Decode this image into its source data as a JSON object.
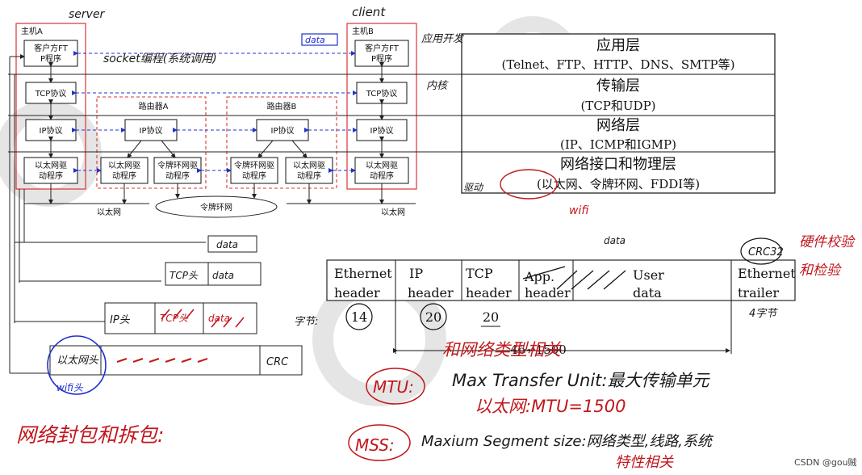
{
  "watermark": "CSDN @gou贼",
  "diagram": {
    "host_a": {
      "title": "主机A",
      "app": "客户方FTP程序",
      "tcp": "TCP协议",
      "ip": "IP协议",
      "driver": "以太网驱动程序"
    },
    "host_b": {
      "title": "主机B",
      "app": "客户方FTP程序",
      "tcp": "TCP协议",
      "ip": "IP协议",
      "driver": "以太网驱动程序"
    },
    "router_a": {
      "title": "路由器A",
      "ip": "IP协议",
      "driver_eth": "以太网驱动程序",
      "driver_token": "令牌环网驱动程序"
    },
    "router_b": {
      "title": "路由器B",
      "ip": "IP协议",
      "driver_token": "令牌环网驱动程序",
      "driver_eth": "以太网驱动程序"
    },
    "network_left": "以太网",
    "network_right": "以太网",
    "token_ring": "令牌环网"
  },
  "layers": [
    {
      "name": "应用层",
      "detail": "(Telnet、FTP、HTTP、DNS、SMTP等)"
    },
    {
      "name": "传输层",
      "detail": "(TCP和UDP)"
    },
    {
      "name": "网络层",
      "detail": "(IP、ICMP和IGMP)"
    },
    {
      "name": "网络接口和物理层",
      "detail": "(以太网、令牌环网、FDDI等)"
    }
  ],
  "frame": {
    "fields": [
      {
        "line1": "Ethernet",
        "line2": "header"
      },
      {
        "line1": "IP",
        "line2": "header"
      },
      {
        "line1": "TCP",
        "line2": "header"
      },
      {
        "line1": "App.",
        "line2": "header"
      },
      {
        "line1": "User",
        "line2": "data"
      },
      {
        "line1": "Ethernet",
        "line2": "trailer"
      }
    ],
    "sizes": [
      "14",
      "20",
      "20"
    ],
    "data_range": "46~1500"
  },
  "annotations": {
    "server": "server",
    "client": "client",
    "data_top": "data",
    "socket_note": "socket编程(系统调用)",
    "app_layer_note": "应用开发",
    "kernel_note": "内核",
    "driver_note": "驱动",
    "wifi_top": "wifi",
    "data_mid": "data",
    "crc": "CRC32",
    "crc_note1": "硬件校验",
    "crc_note2": "和检验",
    "bytes_note": "字节:",
    "trailer_bytes": "4字节",
    "stack_data": "data",
    "stack_tcp": "TCP头",
    "stack_ip": "IP头",
    "stack_eth": "以太网头",
    "stack_wifi": "wifi头",
    "crc_small": "CRC",
    "mtu_related": "和网络类型相关",
    "mtu": "MTU:",
    "mtu_def": "Max Transfer Unit:最大传输单元",
    "mtu_eth": "以太网:MTU=1500",
    "encap": "网络封包和拆包:",
    "mss": "MSS:",
    "mss_def": "Maxium Segment size:网络类型,线路,系统",
    "mss_note": "特性相关"
  }
}
